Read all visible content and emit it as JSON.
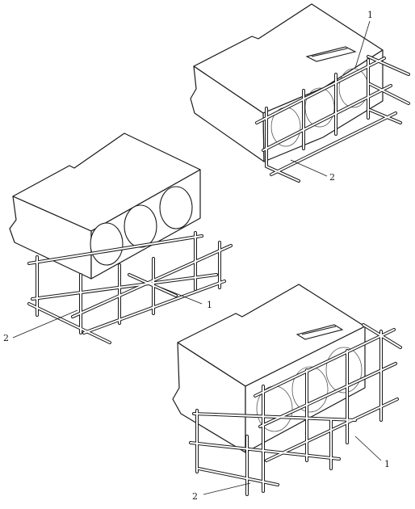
{
  "figure": {
    "panels": [
      {
        "id": "top-right",
        "callouts": [
          {
            "text": "1"
          },
          {
            "text": "2"
          }
        ]
      },
      {
        "id": "middle-left",
        "callouts": [
          {
            "text": "1"
          },
          {
            "text": "2"
          }
        ]
      },
      {
        "id": "bottom-right",
        "callouts": [
          {
            "text": "1"
          },
          {
            "text": "2"
          }
        ]
      }
    ]
  },
  "colors": {
    "line": "#1a1a1a",
    "background": "#ffffff"
  }
}
